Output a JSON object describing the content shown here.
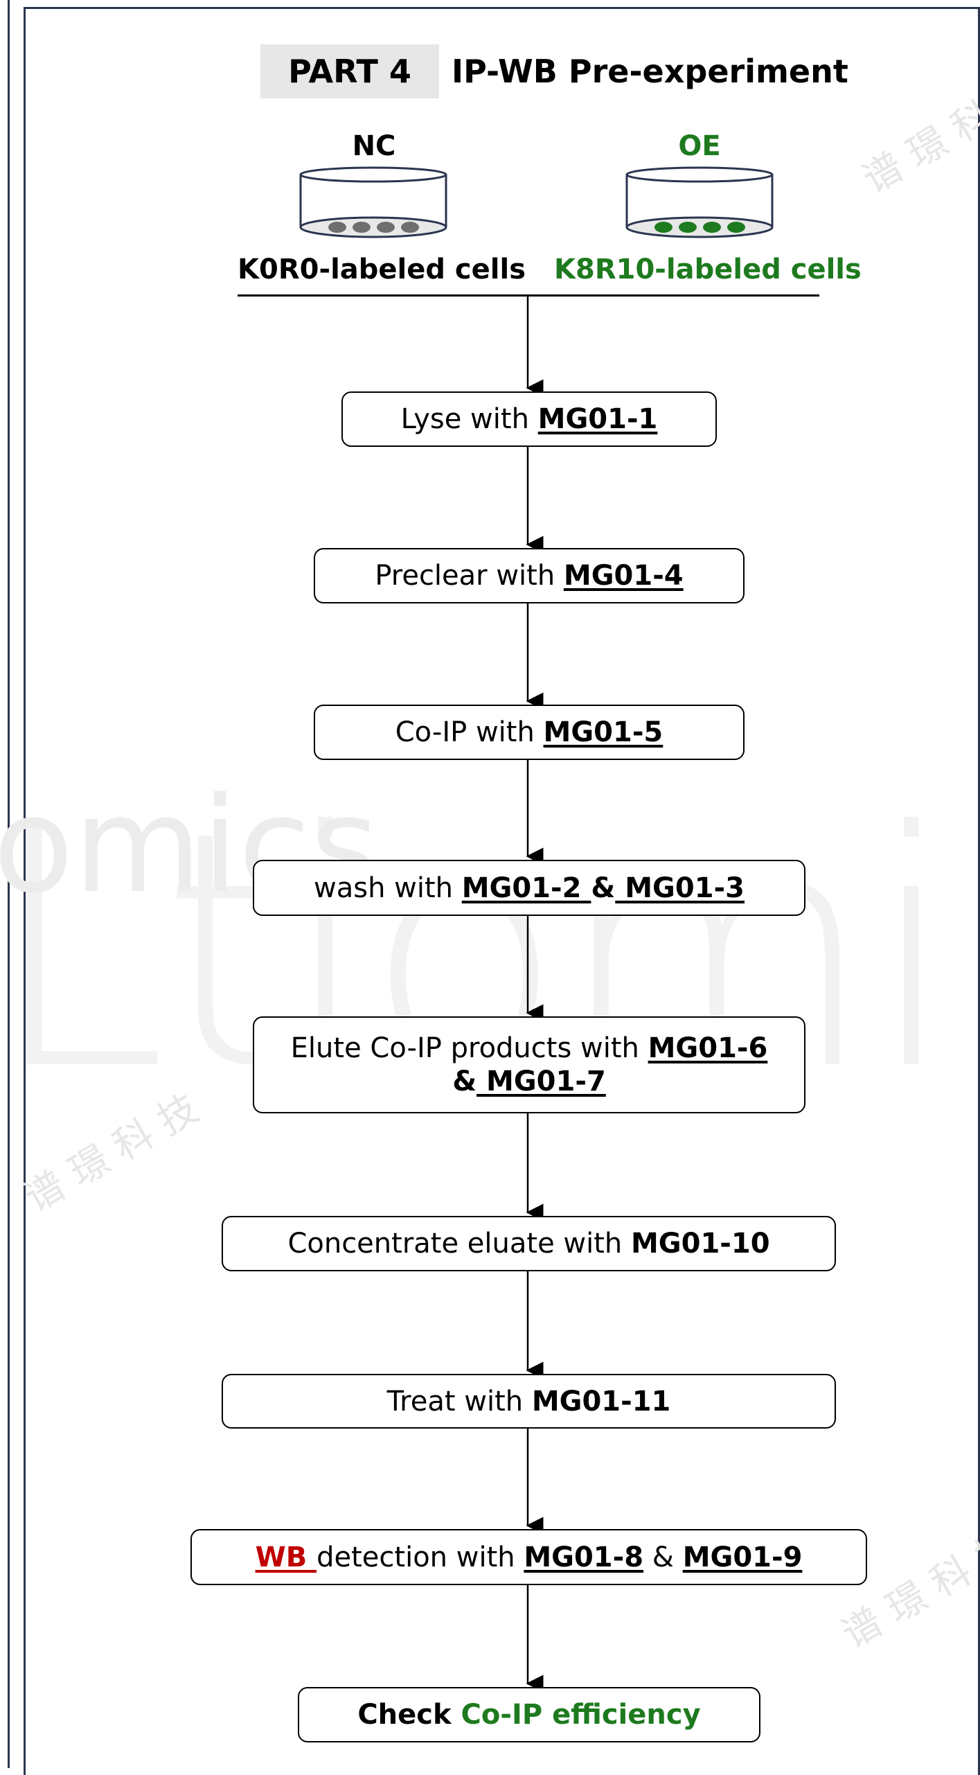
{
  "title": {
    "part": "PART 4",
    "text": "IP-WB Pre-experiment"
  },
  "groups": [
    {
      "label": "NC",
      "cells": "K0R0-labeled cells",
      "color": "#000000",
      "dot_color": "#6e6e6e"
    },
    {
      "label": "OE",
      "cells": "K8R10-labeled cells",
      "color": "#1e7a1e",
      "dot_color": "#1e7a1e"
    }
  ],
  "steps": {
    "lyse": {
      "prefix": "Lyse with ",
      "reagent": "MG01-1"
    },
    "preclear": {
      "prefix": "Preclear with ",
      "reagent": "MG01-4"
    },
    "coip": {
      "prefix": "Co-IP with ",
      "reagent": "MG01-5"
    },
    "wash": {
      "prefix": "wash with ",
      "reagent_a": "MG01-2 ",
      "joiner": "&",
      "reagent_b": " MG01-3"
    },
    "elute": {
      "prefix": "Elute Co-IP products  with ",
      "reagent_a": "MG01-6",
      "joiner": "&",
      "reagent_b": " MG01-7"
    },
    "concentrate": {
      "prefix": "Concentrate eluate with ",
      "reagent": "MG01-10"
    },
    "treat": {
      "prefix": "Treat with ",
      "reagent": "MG01-11"
    },
    "wb": {
      "highlight": "WB ",
      "middle": "detection with ",
      "reagent_a": "MG01-8",
      "joiner": " & ",
      "reagent_b": "MG01-9"
    },
    "check": {
      "prefix": "Check ",
      "highlight": "Co-IP efficiency"
    }
  },
  "watermark": {
    "latin": "omics",
    "chinese": "谱 璟 科 技"
  },
  "colors": {
    "accent_green": "#1e7a1e",
    "accent_red": "#c00000",
    "frame": "#2b3550",
    "title_bg": "#e7e7e7"
  }
}
